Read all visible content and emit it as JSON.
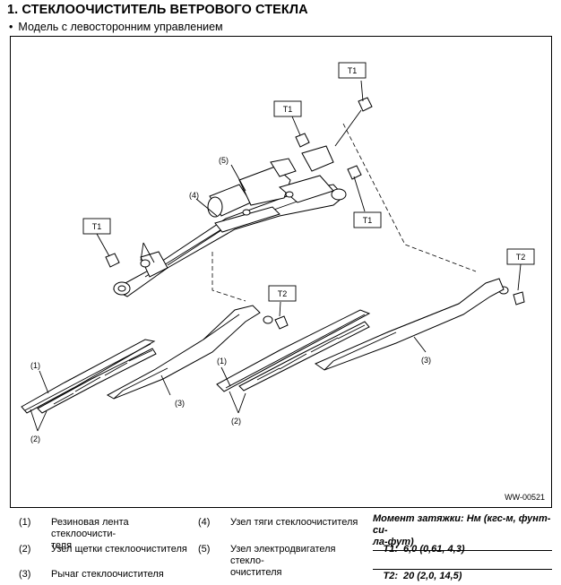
{
  "header": {
    "title": "1. СТЕКЛООЧИСТИТЕЛЬ ВЕТРОВОГО СТЕКЛА",
    "subtitle": "Модель с левосторонним управлением",
    "bullet": "•"
  },
  "figure": {
    "id": "WW-00521",
    "callouts": {
      "t1": "T1",
      "t2": "T2",
      "n1": "(1)",
      "n2": "(2)",
      "n3": "(3)",
      "n4": "(4)",
      "n5": "(5)"
    }
  },
  "legend": {
    "items": [
      {
        "num": "(1)",
        "text": "Резиновая лента стеклоочисти-\nтеля"
      },
      {
        "num": "(2)",
        "text": "Узел щетки стеклоочистителя"
      },
      {
        "num": "(3)",
        "text": "Рычаг стеклоочистителя"
      },
      {
        "num": "(4)",
        "text": "Узел тяги стеклоочистителя"
      },
      {
        "num": "(5)",
        "text": "Узел электродвигателя стекло-\nочистителя"
      }
    ],
    "torque": {
      "header": "Момент затяжки: Нм (кгс-м, фунт-си-\nла-фут)",
      "rows": [
        {
          "key": "T1:",
          "value": "6,0 (0,61, 4,3)"
        },
        {
          "key": "T2:",
          "value": "20 (2,0, 14,5)"
        }
      ]
    }
  }
}
